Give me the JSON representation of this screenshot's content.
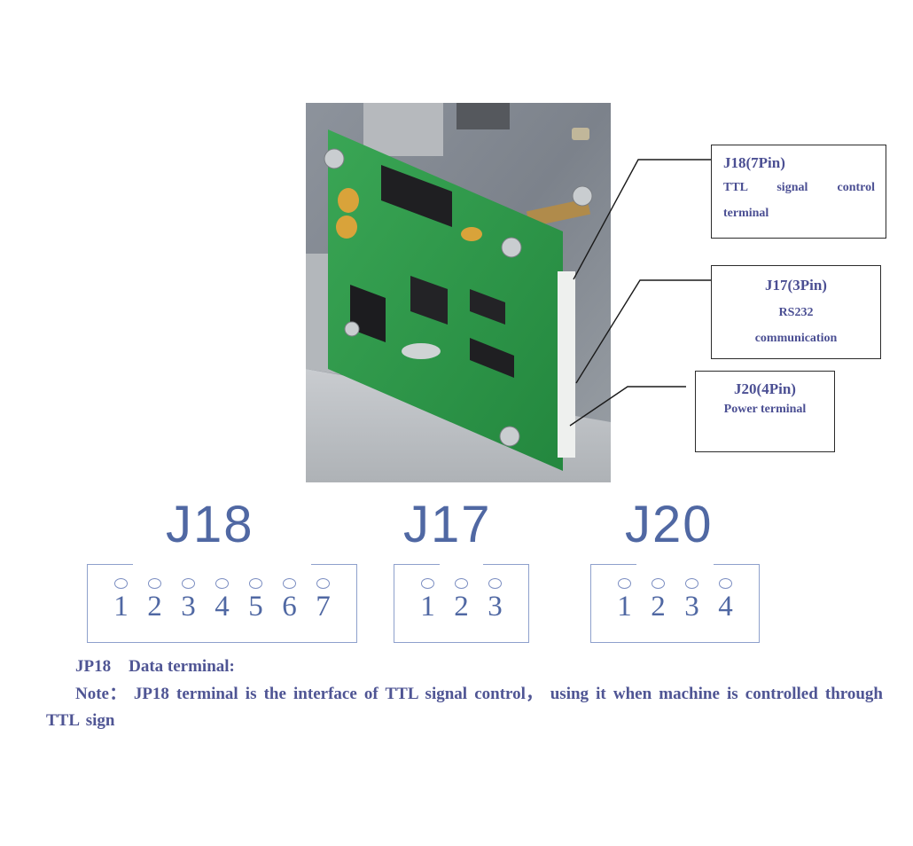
{
  "callouts": {
    "j18": {
      "title": "J18(7Pin)",
      "desc_line1": "TTL signal control",
      "desc_line2": "terminal"
    },
    "j17": {
      "title": "J17(3Pin)",
      "desc_line1": "RS232",
      "desc_line2": "communication"
    },
    "j20": {
      "title": "J20(4Pin)",
      "desc_line1": "Power terminal"
    }
  },
  "connectors": [
    {
      "name": "J18",
      "pins": [
        "1",
        "2",
        "3",
        "4",
        "5",
        "6",
        "7"
      ]
    },
    {
      "name": "J17",
      "pins": [
        "1",
        "2",
        "3"
      ]
    },
    {
      "name": "J20",
      "pins": [
        "1",
        "2",
        "3",
        "4"
      ]
    }
  ],
  "notes": {
    "heading_id": "JP18",
    "heading_text": "Data terminal:",
    "note": "Note： JP18 terminal is the interface of TTL signal control， using it when machine is controlled through TTL sign"
  },
  "colors": {
    "text_blue": "#4f5594",
    "diagram_blue": "#5068a3",
    "pcb_green": "#2f9a4a",
    "callout_border": "#2b2b2b"
  }
}
